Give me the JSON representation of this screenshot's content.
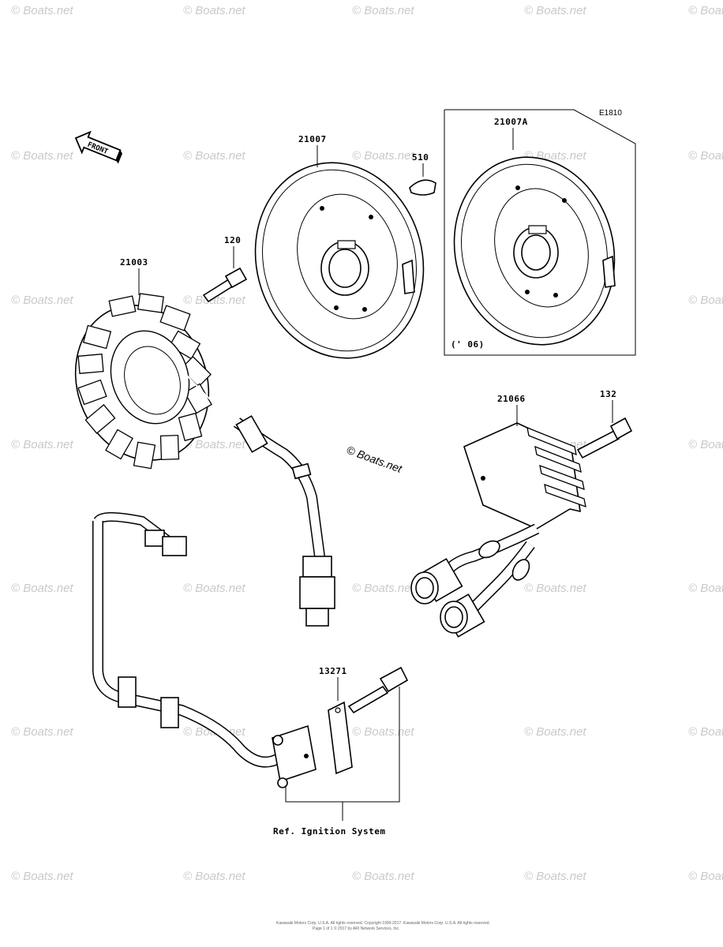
{
  "diagram_code": "E1810",
  "front_label": "FRONT",
  "parts": {
    "stator": "21003",
    "bolt_stator": "120",
    "rotor": "21007",
    "key": "510",
    "rotor_alt": "21007A",
    "rotor_alt_note": "(' 06)",
    "regulator": "21066",
    "bolt_regulator": "132",
    "pickup_coil": "13271"
  },
  "ref_note": "Ref. Ignition System",
  "watermark": "© Boats.net",
  "footer_line1": "Kawasaki Motors Corp. U.S.A. All rights reserved. Copyright 1999-2017. Kawasaki Motors Corp. U.S.A. All rights reserved.",
  "footer_line2": "Page 1 of 1 © 2017 by ARI Network Services, Inc."
}
